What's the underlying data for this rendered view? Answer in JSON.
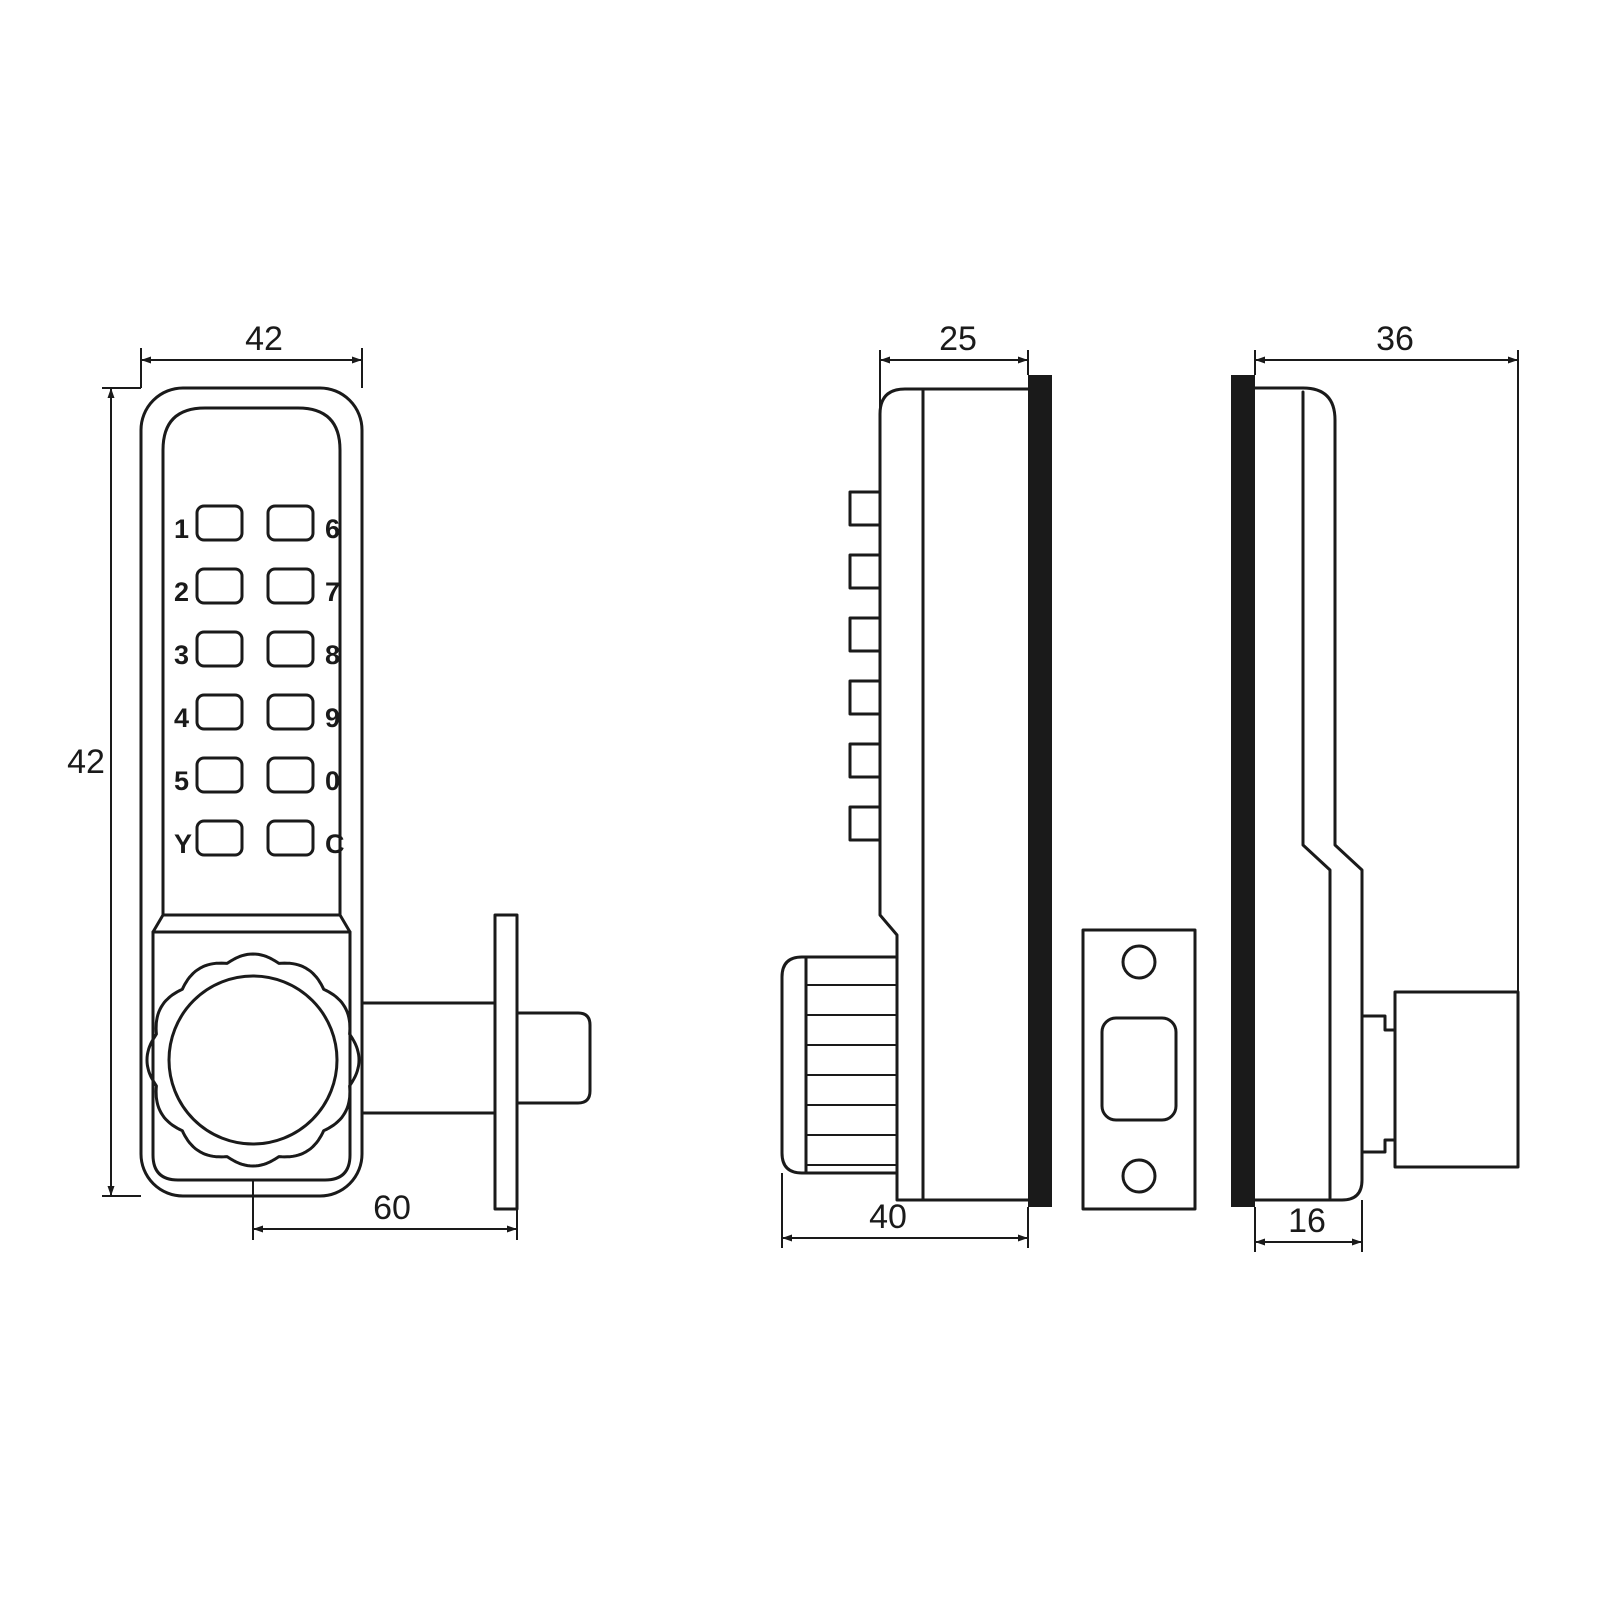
{
  "dimensions": {
    "front_width": "42",
    "front_height": "42",
    "bolt_length": "60",
    "side_top": "25",
    "side_bottom": "40",
    "right_top": "36",
    "right_bottom": "16"
  },
  "keypad": {
    "left_labels": [
      "1",
      "2",
      "3",
      "4",
      "5",
      "Y"
    ],
    "right_labels": [
      "6",
      "7",
      "8",
      "9",
      "0",
      "C"
    ]
  }
}
